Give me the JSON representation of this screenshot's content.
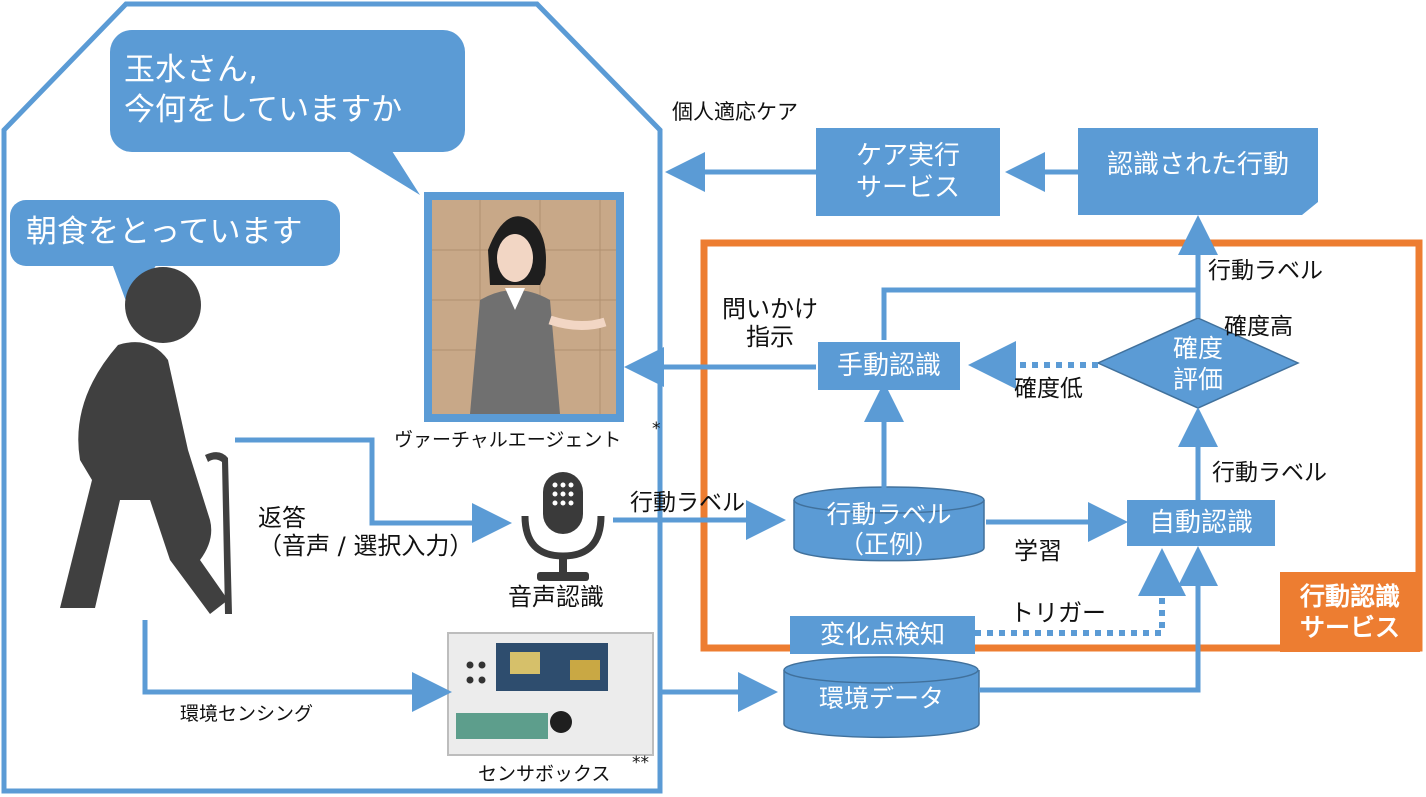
{
  "bubbles": {
    "agent_speech": "玉水さん,\n今何をしていますか",
    "user_speech": "朝食をとっています"
  },
  "labels": {
    "personal_care": "個人適応ケア",
    "question_instruction": "問いかけ\n指示",
    "virtual_agent": "ヴァーチャルエージェント",
    "virtual_agent_mark": "*",
    "reply": "返答\n（音声 / 選択入力）",
    "speech_recognition": "音声認識",
    "action_label_from_mic": "行動ラベル",
    "env_sensing": "環境センシング",
    "sensor_box": "センサボックス",
    "sensor_box_mark": "**",
    "learning": "学習",
    "trigger": "トリガー",
    "confidence_low": "確度低",
    "confidence_high": "確度高",
    "action_label_top": "行動ラベル",
    "action_label_right": "行動ラベル"
  },
  "boxes": {
    "care_execution": "ケア実行\nサービス",
    "recognized_action": "認識された行動",
    "manual_recognition": "手動認識",
    "auto_recognition": "自動認識",
    "change_point": "変化点検知",
    "confidence_eval": "確度\n評価"
  },
  "databases": {
    "action_label_db": "行動ラベル\n（正例）",
    "env_data_db": "環境データ"
  },
  "service_tag": "行動認識\nサービス",
  "colors": {
    "blue": "#5b9bd5",
    "orange": "#ed7d31",
    "person": "#404040"
  }
}
